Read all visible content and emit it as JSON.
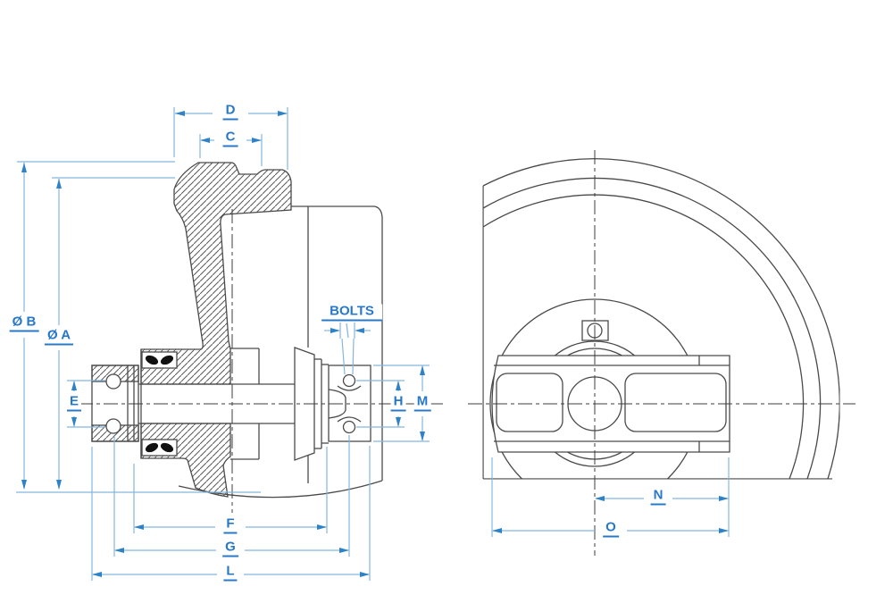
{
  "drawing": {
    "description": "idler wheel two-view technical drawing",
    "colors": {
      "line": "#4a4a4a",
      "dimension_line": "#85b6e0",
      "dimension_accent": "#2878c8",
      "label_text": "#2878c8",
      "seal_fill": "#111111",
      "background": "#ffffff"
    },
    "views": [
      {
        "name": "cross-section-view"
      },
      {
        "name": "side-view"
      }
    ],
    "dimensions": {
      "d": {
        "label": "D"
      },
      "c": {
        "label": "C"
      },
      "dia_b": {
        "label": "Ø B"
      },
      "dia_a": {
        "label": "Ø A"
      },
      "e": {
        "label": "E"
      },
      "bolts": {
        "label": "BOLTS"
      },
      "h": {
        "label": "H"
      },
      "m": {
        "label": "M"
      },
      "f": {
        "label": "F"
      },
      "g": {
        "label": "G"
      },
      "l": {
        "label": "L"
      },
      "n": {
        "label": "N"
      },
      "o": {
        "label": "O"
      }
    }
  }
}
